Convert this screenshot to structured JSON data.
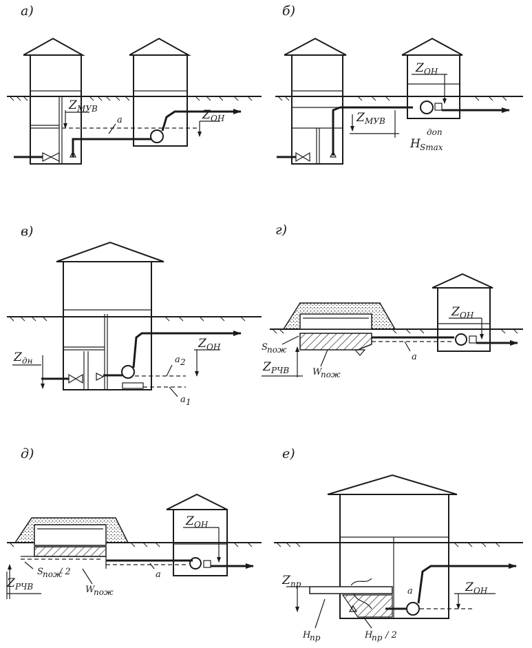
{
  "panels": {
    "a": {
      "label": "а)",
      "z_main": "Z",
      "z_muv_sub": "МУВ",
      "z_on_sub": "ОН",
      "a_label": "a"
    },
    "b": {
      "label": "б)",
      "z_main": "Z",
      "z_on_sub": "ОН",
      "z_muv_sub": "МУВ",
      "h_main": "H",
      "h_sub": "Smax",
      "h_sup": "доп"
    },
    "v": {
      "label": "в)",
      "z_main": "Z",
      "z_dn_sub": "дн",
      "z_on_sub": "ОН",
      "a2_label": "a",
      "a2_sub": "2",
      "a1_label": "a",
      "a1_sub": "1"
    },
    "g": {
      "label": "г)",
      "z_main": "Z",
      "z_on_sub": "ОН",
      "z_rchv_sub": "РЧВ",
      "s_label": "S",
      "s_sub": "пож",
      "w_label": "W",
      "w_sub": "пож",
      "a_label": "a"
    },
    "d": {
      "label": "д)",
      "z_main": "Z",
      "z_on_sub": "ОН",
      "z_rchv_sub": "РЧВ",
      "s_label": "S",
      "s_sub": "пож",
      "s_tail": "/ 2",
      "w_label": "W",
      "w_sub": "пож",
      "a_label": "a"
    },
    "e": {
      "label": "е)",
      "z_main": "Z",
      "z_pr_sub": "пр",
      "z_on_sub": "ОН",
      "h1_label": "H",
      "h1_sub": "пр",
      "h2_label": "H",
      "h2_sub": "пр",
      "h2_tail": "/ 2",
      "a_label": "a"
    }
  }
}
